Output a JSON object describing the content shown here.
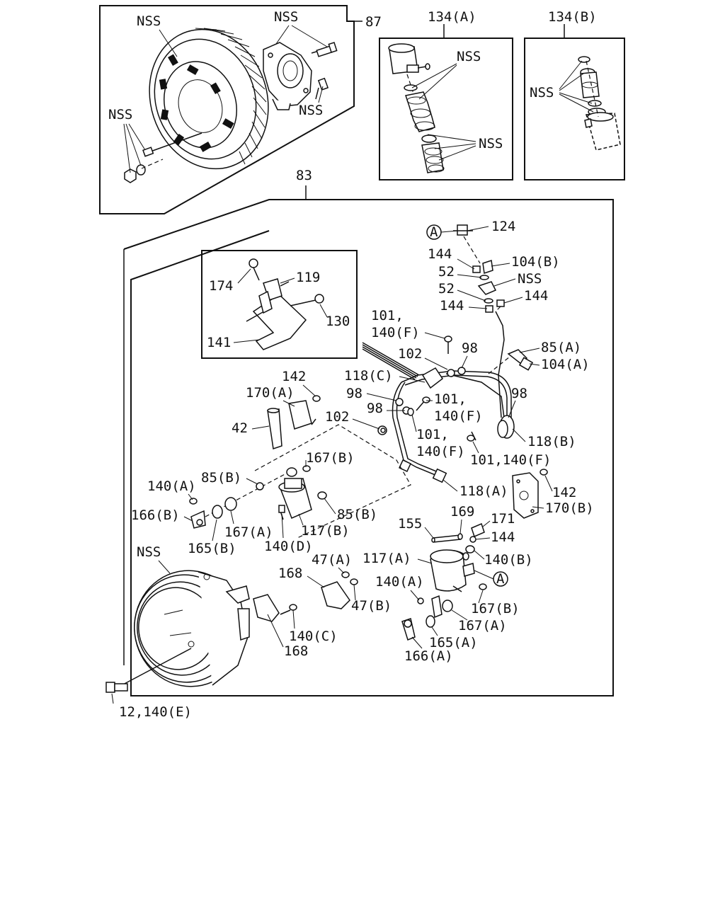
{
  "callouts": {
    "nss_fan": "NSS",
    "nss_bracket": "NSS",
    "nss_bracket_bolt": "NSS",
    "nss_fan_bolts": "NSS",
    "n87": "87",
    "n134a": "134(A)",
    "n134b": "134(B)",
    "nss_134a_top": "NSS",
    "nss_134a_bot": "NSS",
    "nss_134b": "NSS",
    "n83": "83",
    "ref_a_top": "A",
    "n124": "124",
    "n144_a": "144",
    "n104b": "104(B)",
    "n52_a": "52",
    "nss_mid": "NSS",
    "n52_b": "52",
    "n144_b": "144",
    "n144_c": "144",
    "n174": "174",
    "n119": "119",
    "n130": "130",
    "n141": "141",
    "n101_a": "101,",
    "n140f_a": "140(F)",
    "n102_a": "102",
    "n98_a": "98",
    "n85a": "85(A)",
    "n104a": "104(A)",
    "n118c": "118(C)",
    "n98_b": "98",
    "n101_b": "101,",
    "n140f_b": "140(F)",
    "n98_c": "98",
    "n98_d": "98",
    "n102_b": "102",
    "n101_c": "101,",
    "n140f_c": "140(F)",
    "n118b": "118(B)",
    "n101_d": "101,140(F)",
    "n142_a": "142",
    "n170a": "170(A)",
    "n42": "42",
    "n167b_a": "167(B)",
    "n85b_a": "85(B)",
    "n140a_a": "140(A)",
    "n118a": "118(A)",
    "n142_b": "142",
    "n170b": "170(B)",
    "n166b": "166(B)",
    "n167a_a": "167(A)",
    "n85b_b": "85(B)",
    "n117b": "117(B)",
    "n165b": "165(B)",
    "n140d": "140(D)",
    "n155": "155",
    "n169": "169",
    "n171": "171",
    "n144_d": "144",
    "nss_housing": "NSS",
    "n47a": "47(A)",
    "n117a": "117(A)",
    "n140b": "140(B)",
    "n168_a": "168",
    "n47b": "47(B)",
    "n140a_b": "140(A)",
    "ref_a_bot": "A",
    "n167b_b": "167(B)",
    "n167a_b": "167(A)",
    "n140c": "140(C)",
    "n165a": "165(A)",
    "n168_b": "168",
    "n166a": "166(A)",
    "n12_140e": "12,140(E)"
  }
}
